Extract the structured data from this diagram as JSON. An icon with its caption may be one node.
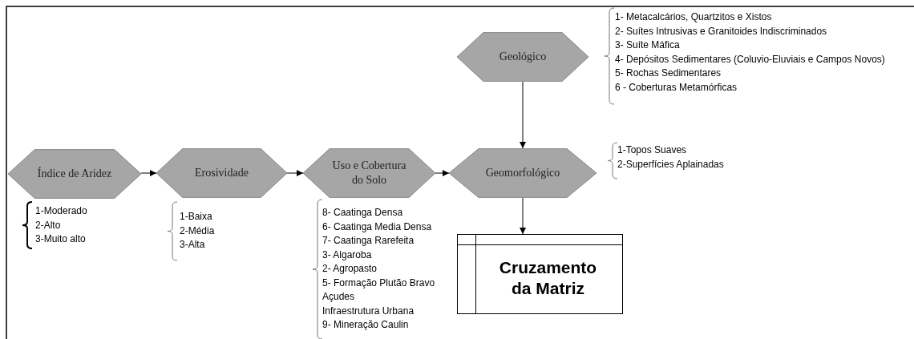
{
  "diagram": {
    "nodes": [
      {
        "text": [
          "Geológico"
        ],
        "beside": [
          "1- Metacalcários, Quartzitos e Xistos",
          "2- Suítes Intrusivas e Granitoides Indiscriminados",
          "3- Suíte Máfica",
          "4- Depósitos Sedimentares (Coluvio-Eluviais e Campos Novos)",
          "5- Rochas Sedimentares",
          "6 - Coberturas Metamórficas"
        ]
      },
      {
        "text": [
          "Índice de Aridez"
        ],
        "beside": [
          "1-Moderado",
          "2-Alto",
          "3-Muito alto"
        ]
      },
      {
        "text": [
          "Erosividade"
        ],
        "beside": [
          "1-Baixa",
          "2-Média",
          "3-Alta"
        ]
      },
      {
        "text": [
          "Uso e Cobertura do Solo"
        ],
        "beside": [
          "8- Caatinga Densa",
          "6- Caatinga Media Densa",
          "7- Caatinga Rarefeita",
          "3- Algaroba",
          "2- Agropasto",
          "5- Formação Plutão Bravo",
          "Açudes",
          "Infraestrutura Urbana",
          "9- Mineração Caulin"
        ]
      },
      {
        "text": [
          "Geomorfológico"
        ],
        "beside": [
          "1-Topos Suaves",
          "2-Superfícies Aplainadas"
        ]
      },
      {
        "text": [
          "Cruzamento da Matriz"
        ]
      }
    ],
    "edges": [
      {
        "from": 1,
        "to": 2,
        "arrow": "to"
      },
      {
        "from": 2,
        "to": 3,
        "arrow": "to"
      },
      {
        "from": 3,
        "to": 4,
        "arrow": "to"
      },
      {
        "from": 0,
        "to": 4,
        "arrow": "to"
      },
      {
        "from": 4,
        "to": 5,
        "arrow": "to"
      }
    ]
  }
}
